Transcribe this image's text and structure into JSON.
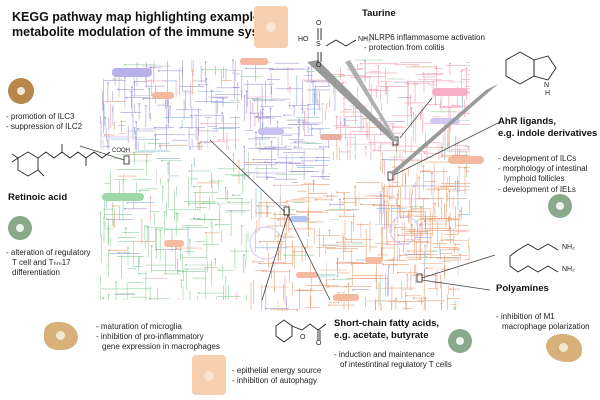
{
  "title": "KEGG pathway map highlighting examples of metabolite modulation of the immune system",
  "metabolites": {
    "retinoic_acid": {
      "name": "Retinoic acid",
      "effects_top": [
        "- promotion of ILC3",
        "- suppression of ILC2"
      ],
      "effects_bottom": [
        "- alteration of regulatory",
        "T cell and Tₕₘ17",
        "differentiation"
      ]
    },
    "taurine": {
      "name": "Taurine",
      "effects": [
        "- NLRP6 inflammasome activation",
        "- protection from colitis"
      ]
    },
    "ahr": {
      "name_line1": "AhR ligands,",
      "name_line2": "e.g. indole derivatives",
      "effects": [
        "- development of ILCs",
        "- morphology of intestinal",
        "  lymphoid follicles",
        "- development of IELs"
      ]
    },
    "polyamines": {
      "name": "Polyamines",
      "effects": [
        "- inhibition of M1",
        "  macrophage polarization"
      ]
    },
    "scfa": {
      "name_line1": "Short-chain fatty acids,",
      "name_line2": "e.g. acetate, butyrate",
      "effects": [
        "- induction and maintenance",
        "  of intestintinal regulatory T cells"
      ]
    },
    "microglia_block": {
      "effects": [
        "- maturation of microglia",
        "- inhibition of pro-inflammatory",
        "  gene expression in macrophages"
      ]
    },
    "epithelial_block": {
      "effects": [
        "- epithelial energy source",
        "- inhibition of autophagy"
      ]
    }
  },
  "chem_labels": {
    "cooh": "COOH",
    "ho": "HO",
    "o": "O",
    "s": "S",
    "nh2": "NH₂",
    "nh": "N",
    "h": "H"
  },
  "colors": {
    "cell_brown": "#b7874a",
    "cell_green": "#8aa98a",
    "cell_peach": "#f3c9a8",
    "microglia": "#d8b07a",
    "map_orange": "#e7a27a",
    "map_purple": "#a99bd6",
    "map_green": "#8fcf9a",
    "map_pink": "#f0a0b8",
    "map_blue": "#7fb6e0"
  }
}
